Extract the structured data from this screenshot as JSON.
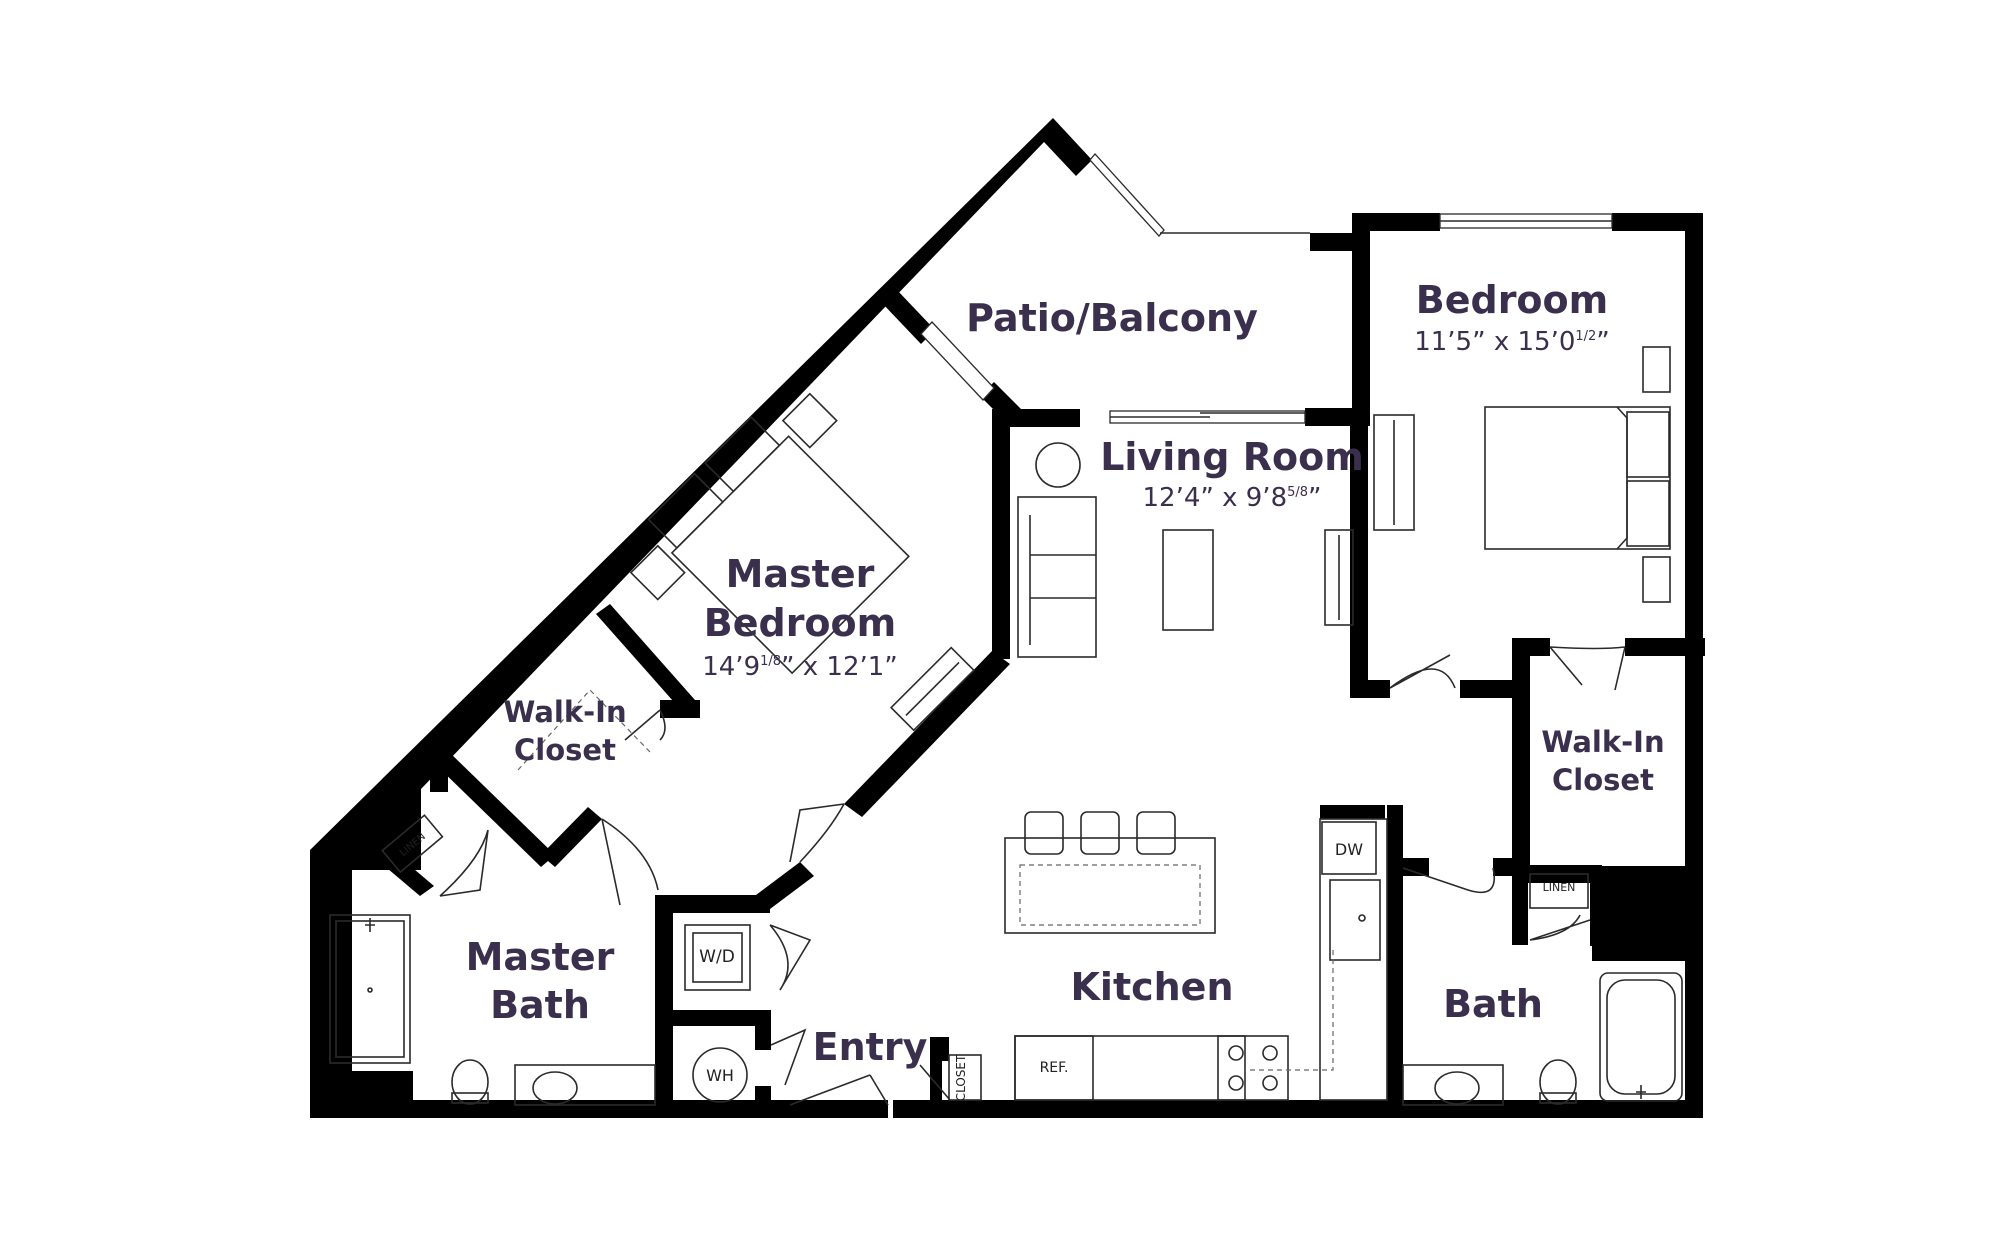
{
  "rooms": {
    "patio": {
      "name": "Patio/Balcony"
    },
    "bedroom": {
      "name": "Bedroom",
      "dim_main": "11’5” x 15’0",
      "dim_frac": "1/2",
      "dim_end": "”"
    },
    "living": {
      "name": "Living Room",
      "dim_main": "12’4” x 9’8",
      "dim_frac": "5/8",
      "dim_end": "”"
    },
    "master_bedroom": {
      "name_line1": "Master",
      "name_line2": "Bedroom",
      "dim_pre": "14’9",
      "dim_frac": "1/8",
      "dim_post": "” x 12’1”"
    },
    "walkin_left": {
      "name_line1": "Walk-In",
      "name_line2": "Closet"
    },
    "walkin_right": {
      "name_line1": "Walk-In",
      "name_line2": "Closet"
    },
    "master_bath": {
      "name_line1": "Master",
      "name_line2": "Bath"
    },
    "kitchen": {
      "name": "Kitchen"
    },
    "entry": {
      "name": "Entry"
    },
    "bath": {
      "name": "Bath"
    }
  },
  "fixtures": {
    "linen_left": "LINEN",
    "linen_right": "LINEN",
    "washer_dryer": "W/D",
    "water_heater": "WH",
    "dishwasher": "DW",
    "refrigerator": "REF.",
    "closet": "CLOSET"
  },
  "colors": {
    "room_label": "#3a2f4d",
    "walls": "#000000"
  }
}
